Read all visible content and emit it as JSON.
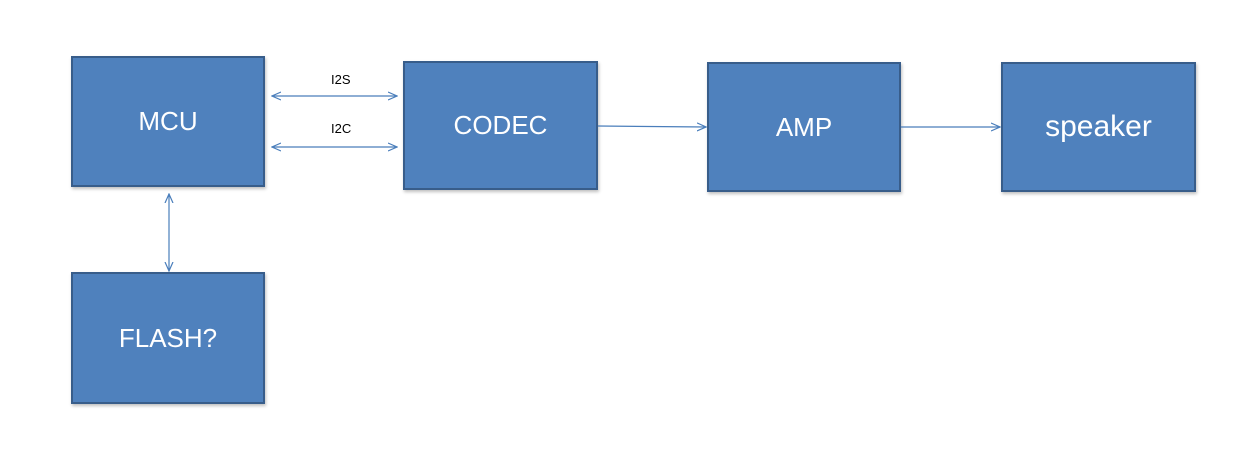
{
  "blocks": {
    "mcu": "MCU",
    "codec": "CODEC",
    "amp": "AMP",
    "speaker": "speaker",
    "flash": "FLASH?"
  },
  "links": {
    "i2s": "I2S",
    "i2c": "I2C"
  },
  "colors": {
    "block_fill": "#4f81bd",
    "block_border": "#385d8a",
    "connector": "#4a7ebb",
    "text": "#ffffff"
  }
}
